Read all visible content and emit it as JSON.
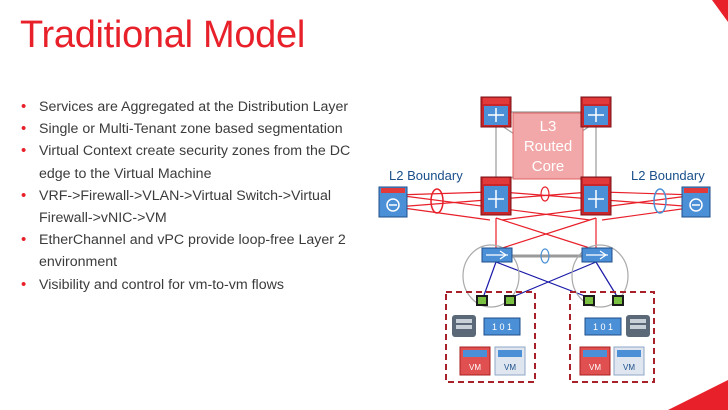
{
  "slide": {
    "title": "Traditional Model",
    "bullets": [
      "Services are Aggregated at the Distribution Layer",
      "Single or Multi-Tenant zone based segmentation",
      "Virtual Context create security zones from the DC edge to the Virtual Machine",
      "VRF->Firewall->VLAN->Virtual Switch->Virtual Firewall->vNIC->VM",
      "EtherChannel and vPC provide loop-free Layer 2 environment",
      "Visibility and control for vm-to-vm flows"
    ]
  },
  "diagram": {
    "core_label": [
      "L3",
      "Routed",
      "Core"
    ],
    "l2_boundary_left": "L2 Boundary",
    "l2_boundary_right": "L2 Boundary",
    "vm_label": "VM",
    "colors": {
      "accent": "#e8202a",
      "core_fill": "#f2a8a8",
      "link_gray": "#9a9a9a",
      "link_blue": "#1a1aa8",
      "device_blue": "#4b8fd6"
    },
    "icons": [
      "router-icon",
      "firewall-icon",
      "switch-icon",
      "virtual-switch-icon",
      "server-icon",
      "vm-icon"
    ]
  }
}
